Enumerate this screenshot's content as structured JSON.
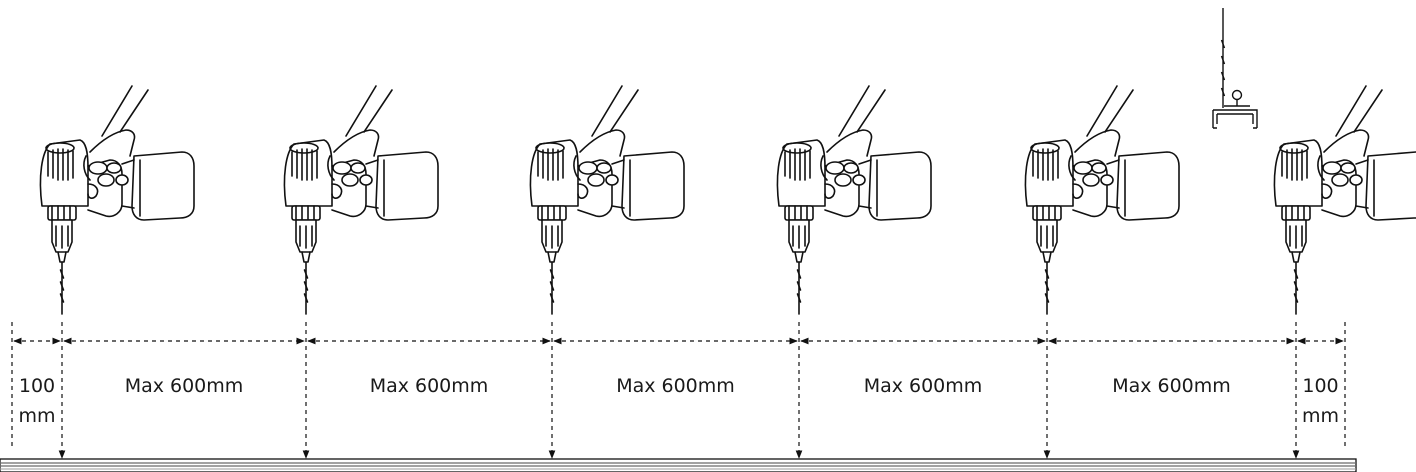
{
  "diagram": {
    "drill_positions": 6,
    "spans": [
      {
        "label": "100",
        "label2": "mm"
      },
      {
        "label": "Max 600mm"
      },
      {
        "label": "Max 600mm"
      },
      {
        "label": "Max 600mm"
      },
      {
        "label": "Max 600mm"
      },
      {
        "label": "Max 600mm"
      },
      {
        "label": "100",
        "label2": "mm"
      }
    ],
    "colors": {
      "line": "#111111",
      "rail": "#6b6b6b",
      "background": "#ffffff"
    },
    "icons": [
      "drill-icon",
      "drill-bit-icon",
      "track-profile-icon",
      "dimension-arrow-icon"
    ]
  }
}
